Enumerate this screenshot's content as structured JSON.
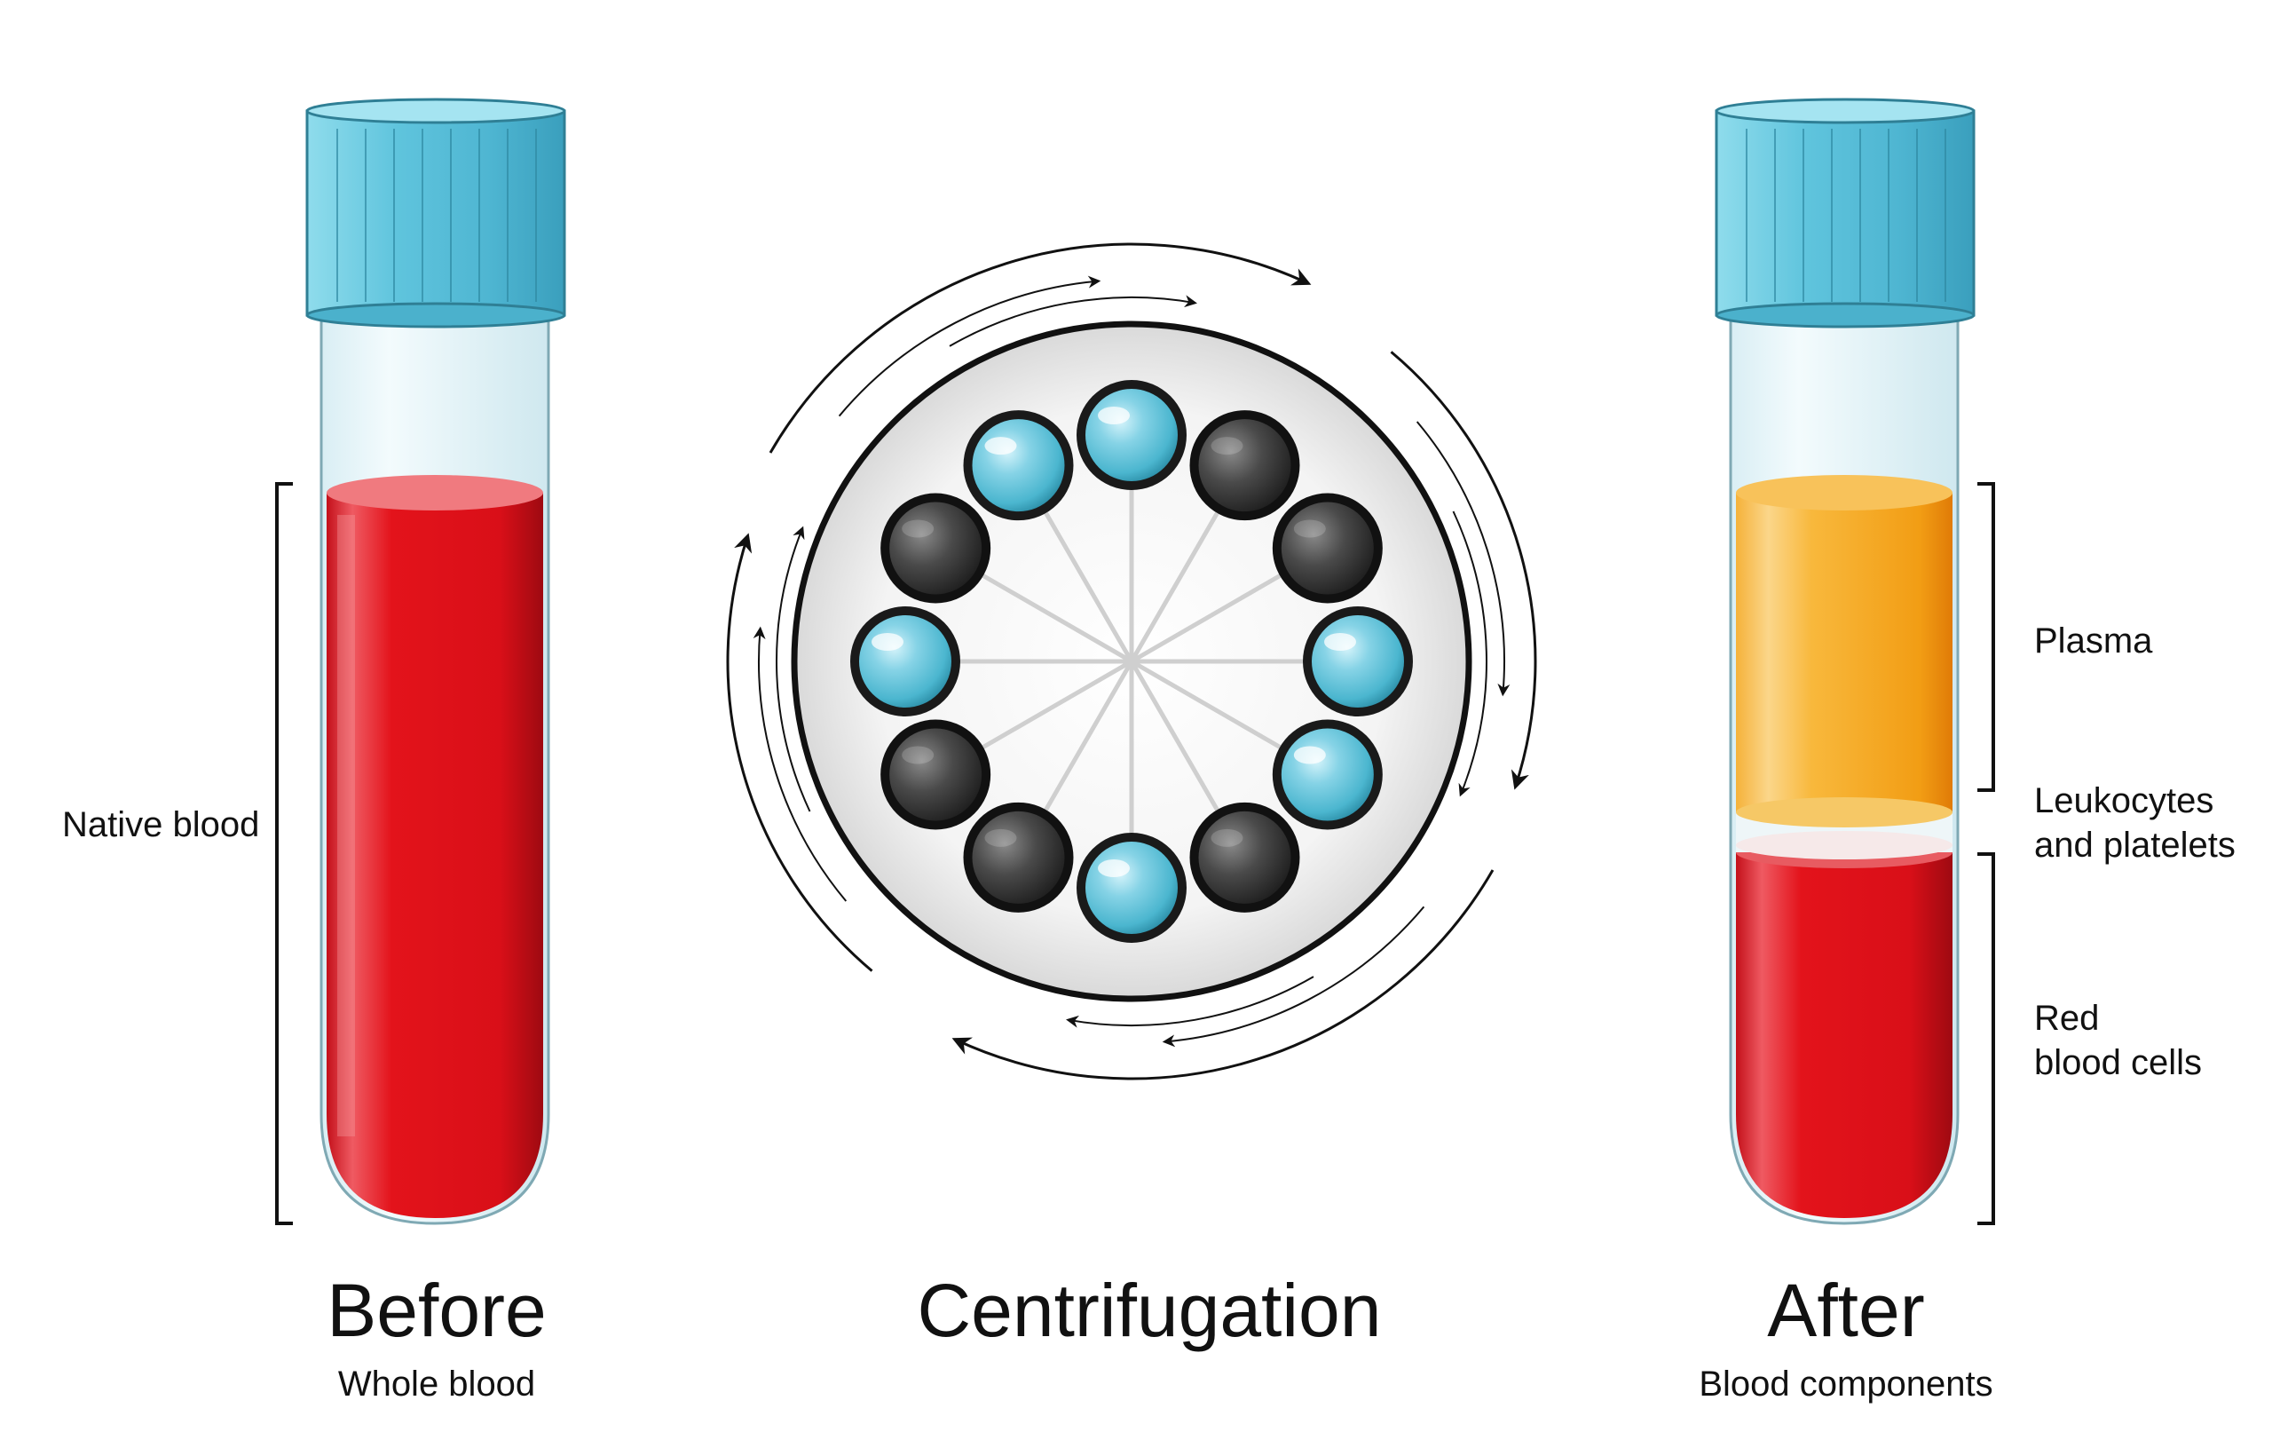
{
  "before": {
    "title": "Before",
    "subtitle": "Whole blood",
    "bracket_label": "Native blood"
  },
  "centrifuge": {
    "title": "Centrifugation",
    "slots": [
      {
        "type": "tube-top",
        "color": "light-blue"
      },
      {
        "type": "empty",
        "color": "dark"
      },
      {
        "type": "empty",
        "color": "dark"
      },
      {
        "type": "tube-top",
        "color": "light-blue"
      },
      {
        "type": "tube-top",
        "color": "light-blue"
      },
      {
        "type": "empty",
        "color": "dark"
      },
      {
        "type": "tube-top",
        "color": "light-blue"
      },
      {
        "type": "empty",
        "color": "dark"
      },
      {
        "type": "empty",
        "color": "dark"
      },
      {
        "type": "tube-top",
        "color": "light-blue"
      },
      {
        "type": "empty",
        "color": "dark"
      },
      {
        "type": "tube-top",
        "color": "light-blue"
      }
    ]
  },
  "after": {
    "title": "After",
    "subtitle": "Blood components",
    "layers": [
      {
        "label_line1": "Plasma",
        "label_line2": "",
        "color": "#f5a623"
      },
      {
        "label_line1": "Leukocytes",
        "label_line2": "and platelets",
        "color": "#f3f3f3"
      },
      {
        "label_line1": "Red",
        "label_line2": "blood cells",
        "color": "#d81f26"
      }
    ]
  },
  "colors": {
    "blood_red": "#e0141b",
    "cap_blue": "#5cc3dd",
    "plasma_orange": "#f7a21b",
    "glass": "#e2f3f7",
    "slot_dark": "#2b2b2b"
  }
}
